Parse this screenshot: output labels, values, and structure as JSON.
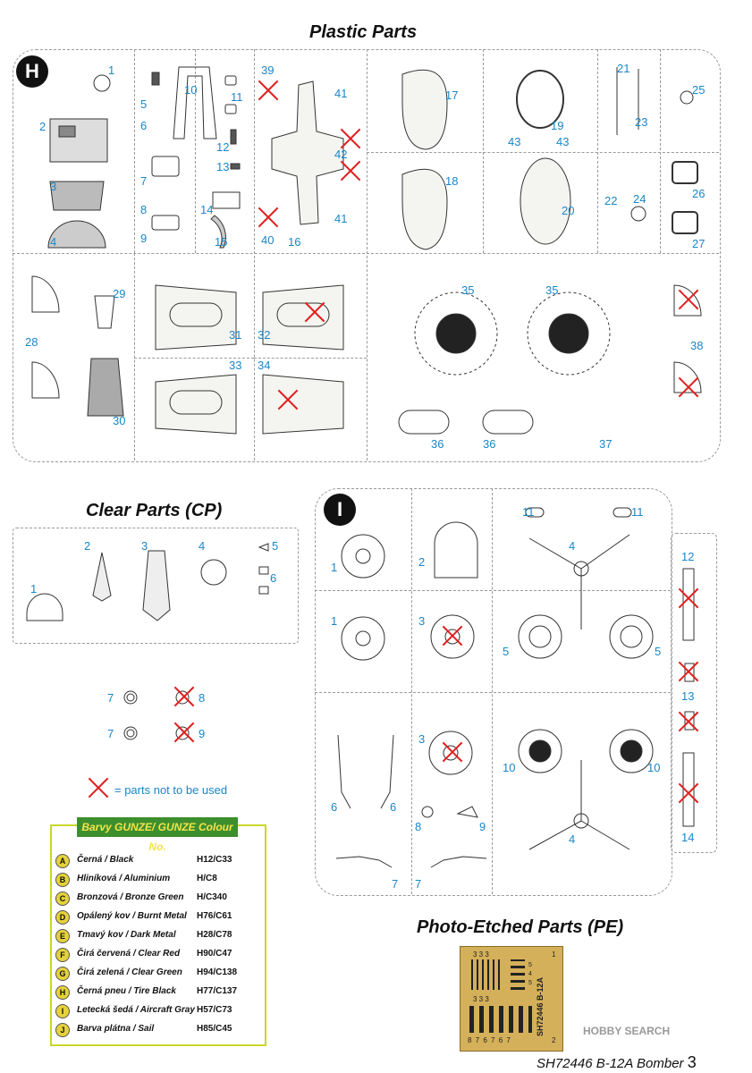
{
  "titles": {
    "plastic": "Plastic Parts",
    "clear": "Clear Parts (CP)",
    "photo": "Photo-Etched Parts (PE)"
  },
  "sprues": {
    "h": "H",
    "i": "I"
  },
  "h_numbers": {
    "n1": "1",
    "n2": "2",
    "n3": "3",
    "n4": "4",
    "n5": "5",
    "n6": "6",
    "n7": "7",
    "n8": "8",
    "n9": "9",
    "n10": "10",
    "n11": "11",
    "n12": "12",
    "n13": "13",
    "n14": "14",
    "n15": "15",
    "n16": "16",
    "n17": "17",
    "n18": "18",
    "n19": "19",
    "n20": "20",
    "n21": "21",
    "n22": "22",
    "n23": "23",
    "n24": "24",
    "n25": "25",
    "n26": "26",
    "n27": "27",
    "n28": "28",
    "n29": "29",
    "n30": "30",
    "n31": "31",
    "n32": "32",
    "n33": "33",
    "n34": "34",
    "n35a": "35",
    "n35b": "35",
    "n36a": "36",
    "n36b": "36",
    "n37": "37",
    "n38": "38",
    "n39": "39",
    "n40": "40",
    "n41a": "41",
    "n41b": "41",
    "n42": "42",
    "n43a": "43",
    "n43b": "43"
  },
  "cp_numbers": {
    "n1": "1",
    "n2": "2",
    "n3": "3",
    "n4": "4",
    "n5": "5",
    "n6": "6",
    "n7a": "7",
    "n7b": "7",
    "n8": "8",
    "n9": "9"
  },
  "i_numbers": {
    "n1a": "1",
    "n1b": "1",
    "n2": "2",
    "n3a": "3",
    "n3b": "3",
    "n4a": "4",
    "n4b": "4",
    "n5a": "5",
    "n5b": "5",
    "n6a": "6",
    "n6b": "6",
    "n7a": "7",
    "n7b": "7",
    "n8": "8",
    "n9": "9",
    "n10a": "10",
    "n10b": "10",
    "n11a": "11",
    "n11b": "11",
    "n12": "12",
    "n13": "13",
    "n14": "14"
  },
  "legend": {
    "not_used": "= parts not to be used"
  },
  "colours": {
    "header": "Barvy GUNZE/ GUNZE Colour No.",
    "rows": [
      {
        "letter": "A",
        "name": "Černá / Black",
        "code": "H12/C33"
      },
      {
        "letter": "B",
        "name": "Hliníková / Aluminium",
        "code": "H/C8"
      },
      {
        "letter": "C",
        "name": "Bronzová / Bronze Green",
        "code": "H/C340"
      },
      {
        "letter": "D",
        "name": "Opálený kov / Burnt Metal",
        "code": "H76/C61"
      },
      {
        "letter": "E",
        "name": "Tmavý kov / Dark Metal",
        "code": "H28/C78"
      },
      {
        "letter": "F",
        "name": "Čirá červená / Clear Red",
        "code": "H90/C47"
      },
      {
        "letter": "G",
        "name": "Čirá zelená / Clear Green",
        "code": "H94/C138"
      },
      {
        "letter": "H",
        "name": "Černá pneu / Tire Black",
        "code": "H77/C137"
      },
      {
        "letter": "I",
        "name": "Letecká šedá / Aircraft Gray",
        "code": "H57/C73"
      },
      {
        "letter": "J",
        "name": "Barva plátna / Sail",
        "code": "H85/C45"
      }
    ]
  },
  "pe": {
    "label": "SH72446 B-12A",
    "top_nums": "3 3 3",
    "mid_nums": "3 3 3",
    "bottom_nums": "8 7 6 7 6 7",
    "side_nums": "5 4 5",
    "right_one": "1",
    "right_two": "2"
  },
  "footer": {
    "code": "SH72446 B-12A Bomber",
    "page": "3"
  },
  "watermark": "HOBBY SEARCH",
  "colors": {
    "label_blue": "#1a86c8",
    "cross_red": "#e02020",
    "header_green": "#3d8f2e",
    "header_yellow": "#f5e34a",
    "table_border": "#c8d828",
    "pe_brass": "#d4b05a"
  }
}
